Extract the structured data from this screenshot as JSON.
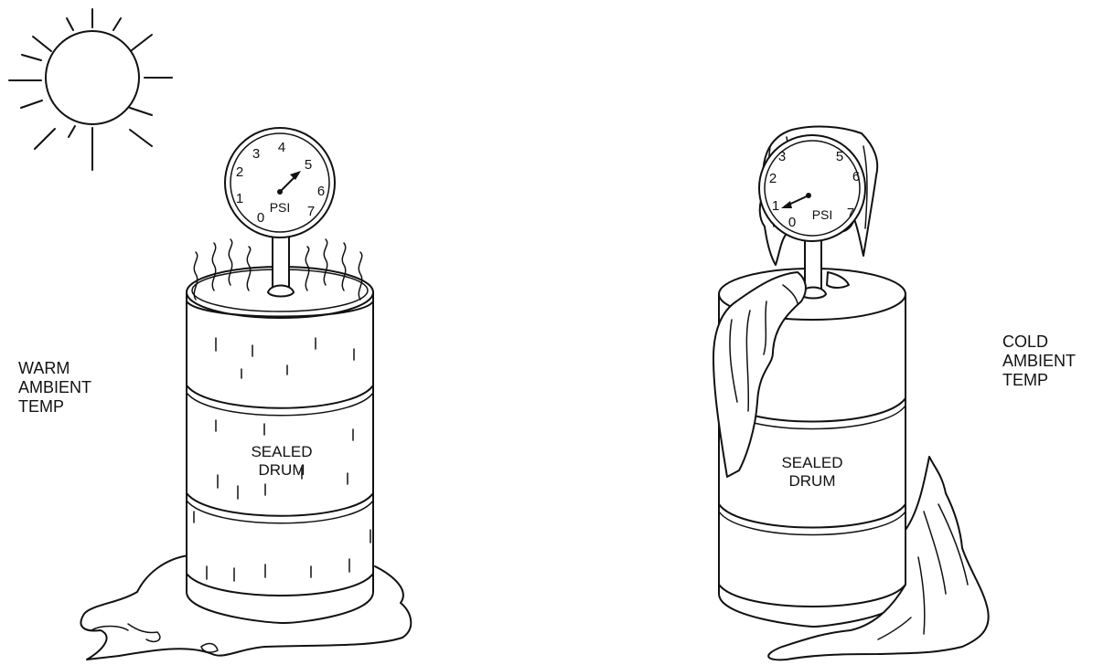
{
  "warm_scene": {
    "ambient_label": [
      "WARM",
      "AMBIENT",
      "TEMP"
    ],
    "drum_label": [
      "SEALED",
      "DRUM"
    ],
    "gauge": {
      "unit": "PSI",
      "dial_numbers": [
        "0",
        "1",
        "2",
        "3",
        "4",
        "5",
        "6",
        "7"
      ],
      "reading": 5
    },
    "icon": "sun-icon"
  },
  "cold_scene": {
    "ambient_label": [
      "COLD",
      "AMBIENT",
      "TEMP"
    ],
    "drum_label": [
      "SEALED",
      "DRUM"
    ],
    "gauge": {
      "unit": "PSI",
      "dial_numbers": [
        "0",
        "1",
        "2",
        "3",
        "5",
        "6",
        "7"
      ],
      "reading": 1
    },
    "icon": "ice-frost-icon"
  }
}
